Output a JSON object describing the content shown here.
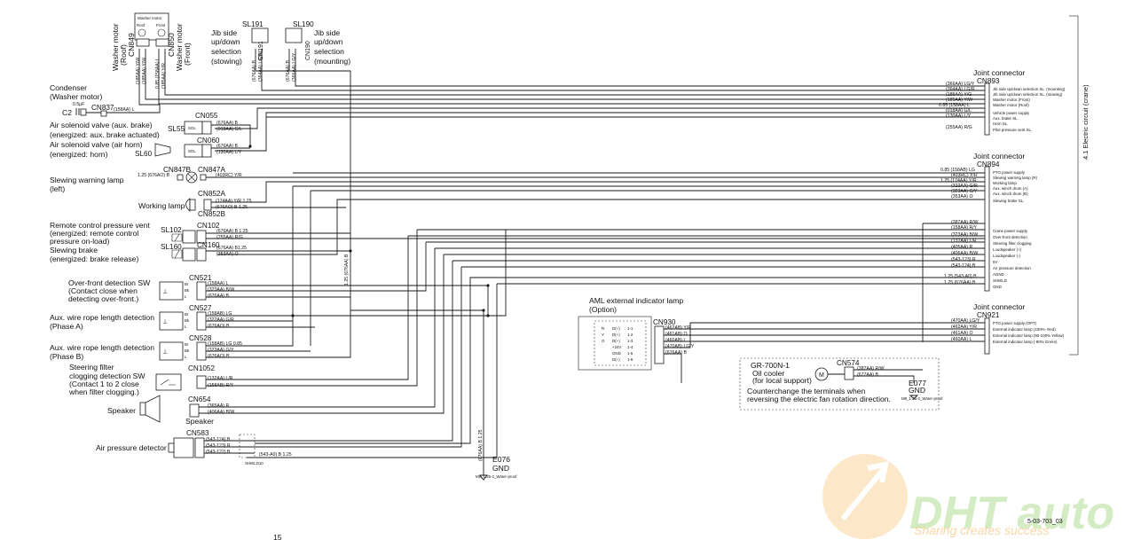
{
  "side_label": "4.1 Electric circuit (crane)",
  "page_code": "5-03-703_03",
  "page_number": "15",
  "watermark": {
    "brand": "DHT auto",
    "tagline": "Sharing creates success"
  },
  "colors": {
    "wire": "#1a1a1a",
    "watermark_orange": "#f0a030",
    "watermark_green": "#4caf2a"
  },
  "top": {
    "cn849": {
      "code": "CN849",
      "desc": [
        "Washer motor",
        "(Roof)"
      ]
    },
    "cn850": {
      "code": "CN850",
      "desc": [
        "Washer motor",
        "(Front)"
      ]
    },
    "washer_box": [
      "Washer motor",
      "Roof",
      "Front"
    ],
    "cn849_wires": [
      "(185AA) Y/W",
      "(185AA) Y/W"
    ],
    "cn850_wires": [
      "0.85 (158AA) L",
      "(185AA) Y/R"
    ],
    "sl191": {
      "code": "SL191",
      "cn": "CN191",
      "desc": [
        "Jib side",
        "up/down",
        "selection",
        "(stowing)"
      ]
    },
    "sl190": {
      "code": "SL190",
      "cn": "CN190",
      "desc": [
        "Jib side",
        "up/down",
        "selection",
        "(mounting)"
      ]
    },
    "sl191_wires": [
      "(676AA) B",
      "(364AA) LG/R"
    ],
    "sl190_wires": [
      "(676AA) B",
      "(366AA) LG/Y"
    ]
  },
  "left": {
    "condenser": {
      "desc": [
        "Condenser",
        "(Washer motor)"
      ],
      "c2": "C2",
      "cap": "0.5μF",
      "cn": "CN837",
      "wire": "(158AA) L"
    },
    "sl55": {
      "desc": [
        "Air solenoid valve (aux. brake)",
        "(energized: aux. brake actuated)"
      ],
      "code": "SL55",
      "cn": "CN055",
      "sol": "SOL",
      "wires": [
        "(676AA) B",
        "(018AA) G/L"
      ]
    },
    "sl60": {
      "desc": [
        "Air solenoid valve (air horn)",
        "(energized: horn)"
      ],
      "code": "SL60",
      "cn": "CN060",
      "sol": "SOL",
      "wires": [
        "(676AA) B",
        "(130AA) L/Y"
      ]
    },
    "slewing_lamp": {
      "desc": [
        "Slewing warning lamp",
        "(left)"
      ],
      "cn_a": "CN847B",
      "cn_b": "CN847A",
      "wire_a": "1.25 (676AO) B",
      "wire_b": "(403RC) Y/R"
    },
    "working_lamp": {
      "desc": "Working lamp",
      "cn_a": "CN852A",
      "cn_b": "CN852B",
      "wires": [
        "(174AA) Y/R 1.25",
        "(676AO) B 1.25"
      ]
    },
    "sl102": {
      "desc": [
        "Remote control pressure vent",
        "(energized: remote control",
        "pressure on-load)"
      ],
      "code": "SL102",
      "cn": "CN102",
      "wires": [
        "(676AA) B 1.25",
        "(255AA) R/G"
      ]
    },
    "sl160": {
      "desc": [
        "Slewing brake",
        "(energized: brake release)"
      ],
      "code": "SL160",
      "cn": "CN160",
      "wires": [
        "(676AA) B1.25",
        "(353AA) O"
      ]
    },
    "cn521": {
      "desc": [
        "Over-front detection SW",
        "(Contact close when",
        "detecting over-front.)"
      ],
      "cn": "CN521",
      "pins": [
        "Br",
        "Bk",
        "L"
      ],
      "wires": [
        "(158AA) L",
        "(323AA) B/W",
        "(676AA) B"
      ]
    },
    "cn527": {
      "desc": [
        "Aux. wire rope length detection",
        "(Phase A)"
      ],
      "cn": "CN527",
      "pins": [
        "Br",
        "Bk",
        "L"
      ],
      "wires": [
        "(158AB) LG",
        "(322AA) G/R",
        "(676AO) B"
      ]
    },
    "cn528": {
      "desc": [
        "Aux. wire rope length detection",
        "(Phase B)"
      ],
      "cn": "CN528",
      "pins": [
        "Br",
        "Bk",
        "L"
      ],
      "wires": [
        "(158AB) LG 0.85",
        "(323AA) G/Y",
        "(676AO) B"
      ]
    },
    "cn1052": {
      "desc": [
        "Steering filter",
        "clogging detection SW",
        "(Contact 1 to 2 close",
        "when filter clogging.)"
      ],
      "cn": "CN1052",
      "wires": [
        "(132AA) L/R",
        "(158AB) R/Y"
      ]
    },
    "speaker": {
      "label": "Speaker",
      "sub": "Speaker",
      "cn": "CN654",
      "wires": [
        "(365AA) R",
        "(406AA) B/W"
      ]
    },
    "air_pressure": {
      "desc": "Air pressure detector",
      "cn": "CN583",
      "wires": [
        "(543-124) B",
        "(543-123) R",
        "(543-122) B"
      ],
      "shield_wire": "(543-A0) B 1.25",
      "shield": "SHIELD10"
    }
  },
  "vertical_wire": "1.25 (676AA) B",
  "ground_wire": "(676AA) B 1.25",
  "e076": {
    "code": "E076",
    "label": "GND",
    "wire": "(676AA) B 1.25",
    "sub": "M8_1.25-2_Water-proof"
  },
  "aml": {
    "title": [
      "AML external indicator lamp",
      "(Option)"
    ],
    "cn": "CN930",
    "rows": [
      [
        "R",
        "D(+)",
        "1-1"
      ],
      [
        "Y",
        "D(+)",
        "1-2"
      ],
      [
        "G",
        "D(+)",
        "1-3"
      ],
      [
        "",
        "+24V",
        "1-4"
      ],
      [
        "",
        "GND",
        "1-5"
      ],
      [
        "",
        "D(+)",
        "1-6"
      ]
    ],
    "wires": [
      "(462AB) Y/R",
      "(461AB) O",
      "(460AB) L",
      "(470AB) LG/Y",
      "(676AA) B"
    ]
  },
  "gr700": {
    "title": "GR-700N-1",
    "desc": [
      "Oil cooler",
      "(for local support)"
    ],
    "cn": "CN574",
    "wires": [
      "(387AA) R/W",
      "(677AA) B"
    ],
    "note": [
      "Counterchange the terminals when",
      "reversing the electric fan rotation direction."
    ],
    "e077": "E077",
    "gnd": "GND",
    "e077_sub": "M8_1.25-2_Water-proof"
  },
  "cn893": {
    "title": "Joint connector",
    "code": "CN893",
    "wires": [
      "(366AA) LG/Y",
      "(364AA) LG/R",
      "(185AA) Y/G",
      "(185AA) Y/W",
      "0.85 (158AA) L",
      "(018AA) G/L",
      "(130AA) L/Y",
      "(255AA) R/G"
    ],
    "labels": [
      "Jib side up/down selection SL. (mounting)",
      "Jib side up/down selection SL. (stowing)",
      "Washer motor (Front)",
      "Washer motor (Roof)",
      "Vehicle power supply",
      "Aux. brake SL.",
      "Horn SL.",
      "Pilot pressure vent SL."
    ]
  },
  "cn894": {
    "title": "Joint connector",
    "code": "CN894",
    "wires": [
      "0.85 (158AB) LG",
      "(403RC) Y/R",
      "1.25 (174AA) Y/R",
      "(322AA) G/R",
      "(323AA) G/Y",
      "(353AA) O"
    ],
    "labels": [
      "PTO power supply",
      "Slewing warning lamp (R)",
      "Working lamp",
      "Aux. winch drum (A)",
      "Aux. winch drum (B)",
      "Slewing brake SL."
    ],
    "lower_wires": [
      "(387AA) R/W",
      "(158AA) R/Y",
      "(323AA) B/W",
      "(132AA) L/R",
      "(405AA) R",
      "(406AA) B/W",
      "(543-123) R",
      "(543-124) B",
      "1.25 (543-A0) B",
      "1.25 (676AA) B"
    ],
    "lower_labels": [
      "",
      "Crane power supply",
      "Over-front detection",
      "Steering filter clogging",
      "Loudspeaker (+)",
      "Loudspeaker (-)",
      "5V",
      "Air pressure detection",
      "AGND",
      "SHIELD",
      "GND"
    ]
  },
  "cn921": {
    "title": "Joint connector",
    "code": "CN921",
    "wires": [
      "(470AA) LG/Y",
      "(462AA) Y/R",
      "(461AA) O",
      "(460AA) L"
    ],
    "labels": [
      "PTO power supply (OPT)",
      "External indicator lamp (100%- Red)",
      "External indicator lamp (90-100% Yellow)",
      "External indicator lamp (-90% Green)"
    ]
  }
}
